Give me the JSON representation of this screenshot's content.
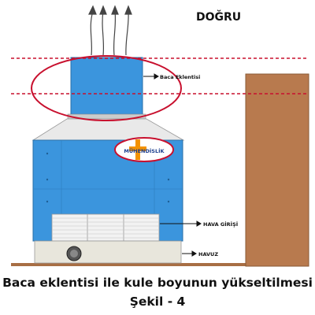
{
  "heading": "DOĞRU",
  "labels": {
    "chimney": "Baca Eklentisi",
    "air_inlet": "HAVA GİRİŞİ",
    "basin": "HAVUZ"
  },
  "logo_text": "MÜHENDİSLİK",
  "caption": {
    "line1": "Baca eklentisi ile kule boyunun yükseltilmesi",
    "line2": "Şekil - 4"
  },
  "colors": {
    "tower_blue": "#3b95dd",
    "roof_grey": "#e9e9e9",
    "building_brown": "#b87a4e",
    "ground_brown": "#a86e44",
    "highlight_red": "#c8102e",
    "louver_grey": "#eeeeee"
  }
}
